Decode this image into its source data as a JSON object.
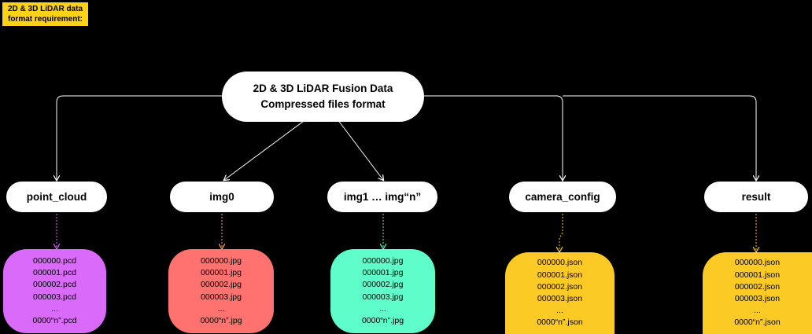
{
  "tag": {
    "line1": "2D & 3D LiDAR data",
    "line2": "format requirement:"
  },
  "root": {
    "line1": "2D & 3D LiDAR Fusion Data",
    "line2": "Compressed files format"
  },
  "folders": [
    {
      "label": "point_cloud",
      "color": "#da6afa",
      "files": [
        "000000.pcd",
        "000001.pcd",
        "000002.pcd",
        "000003.pcd",
        "...",
        "0000“n”.pcd"
      ]
    },
    {
      "label": "img0",
      "color": "#ff726f",
      "files": [
        "000000.jpg",
        "000001.jpg",
        "000002.jpg",
        "000003.jpg",
        "...",
        "0000“n”.jpg"
      ]
    },
    {
      "label": "img1 … img“n”",
      "color": "#5efdc9",
      "files": [
        "000000.jpg",
        "000001.jpg",
        "000002.jpg",
        "000003.jpg",
        "...",
        "0000“n”.jpg"
      ]
    },
    {
      "label": "camera_config",
      "color": "#fcca25",
      "files": [
        "000000.json",
        "000001.json",
        "000002.json",
        "000003.json",
        "...",
        "0000“n”.json"
      ]
    },
    {
      "label": "result",
      "color": "#fcca25",
      "files": [
        "000000.json",
        "000001.json",
        "000002.json",
        "000003.json",
        "...",
        "0000“n”.json"
      ]
    }
  ]
}
